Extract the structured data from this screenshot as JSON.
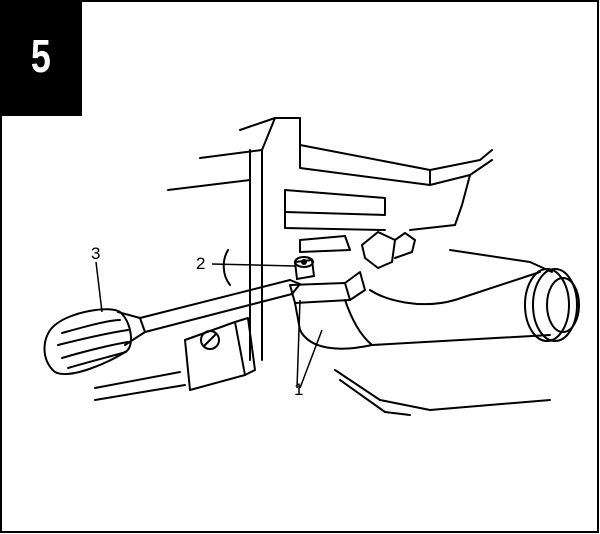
{
  "step": {
    "number": "5"
  },
  "callouts": [
    {
      "id": "1",
      "label": "1"
    },
    {
      "id": "2",
      "label": "2"
    },
    {
      "id": "3",
      "label": "3"
    }
  ],
  "colors": {
    "ink": "#000000",
    "paper": "#ffffff"
  }
}
